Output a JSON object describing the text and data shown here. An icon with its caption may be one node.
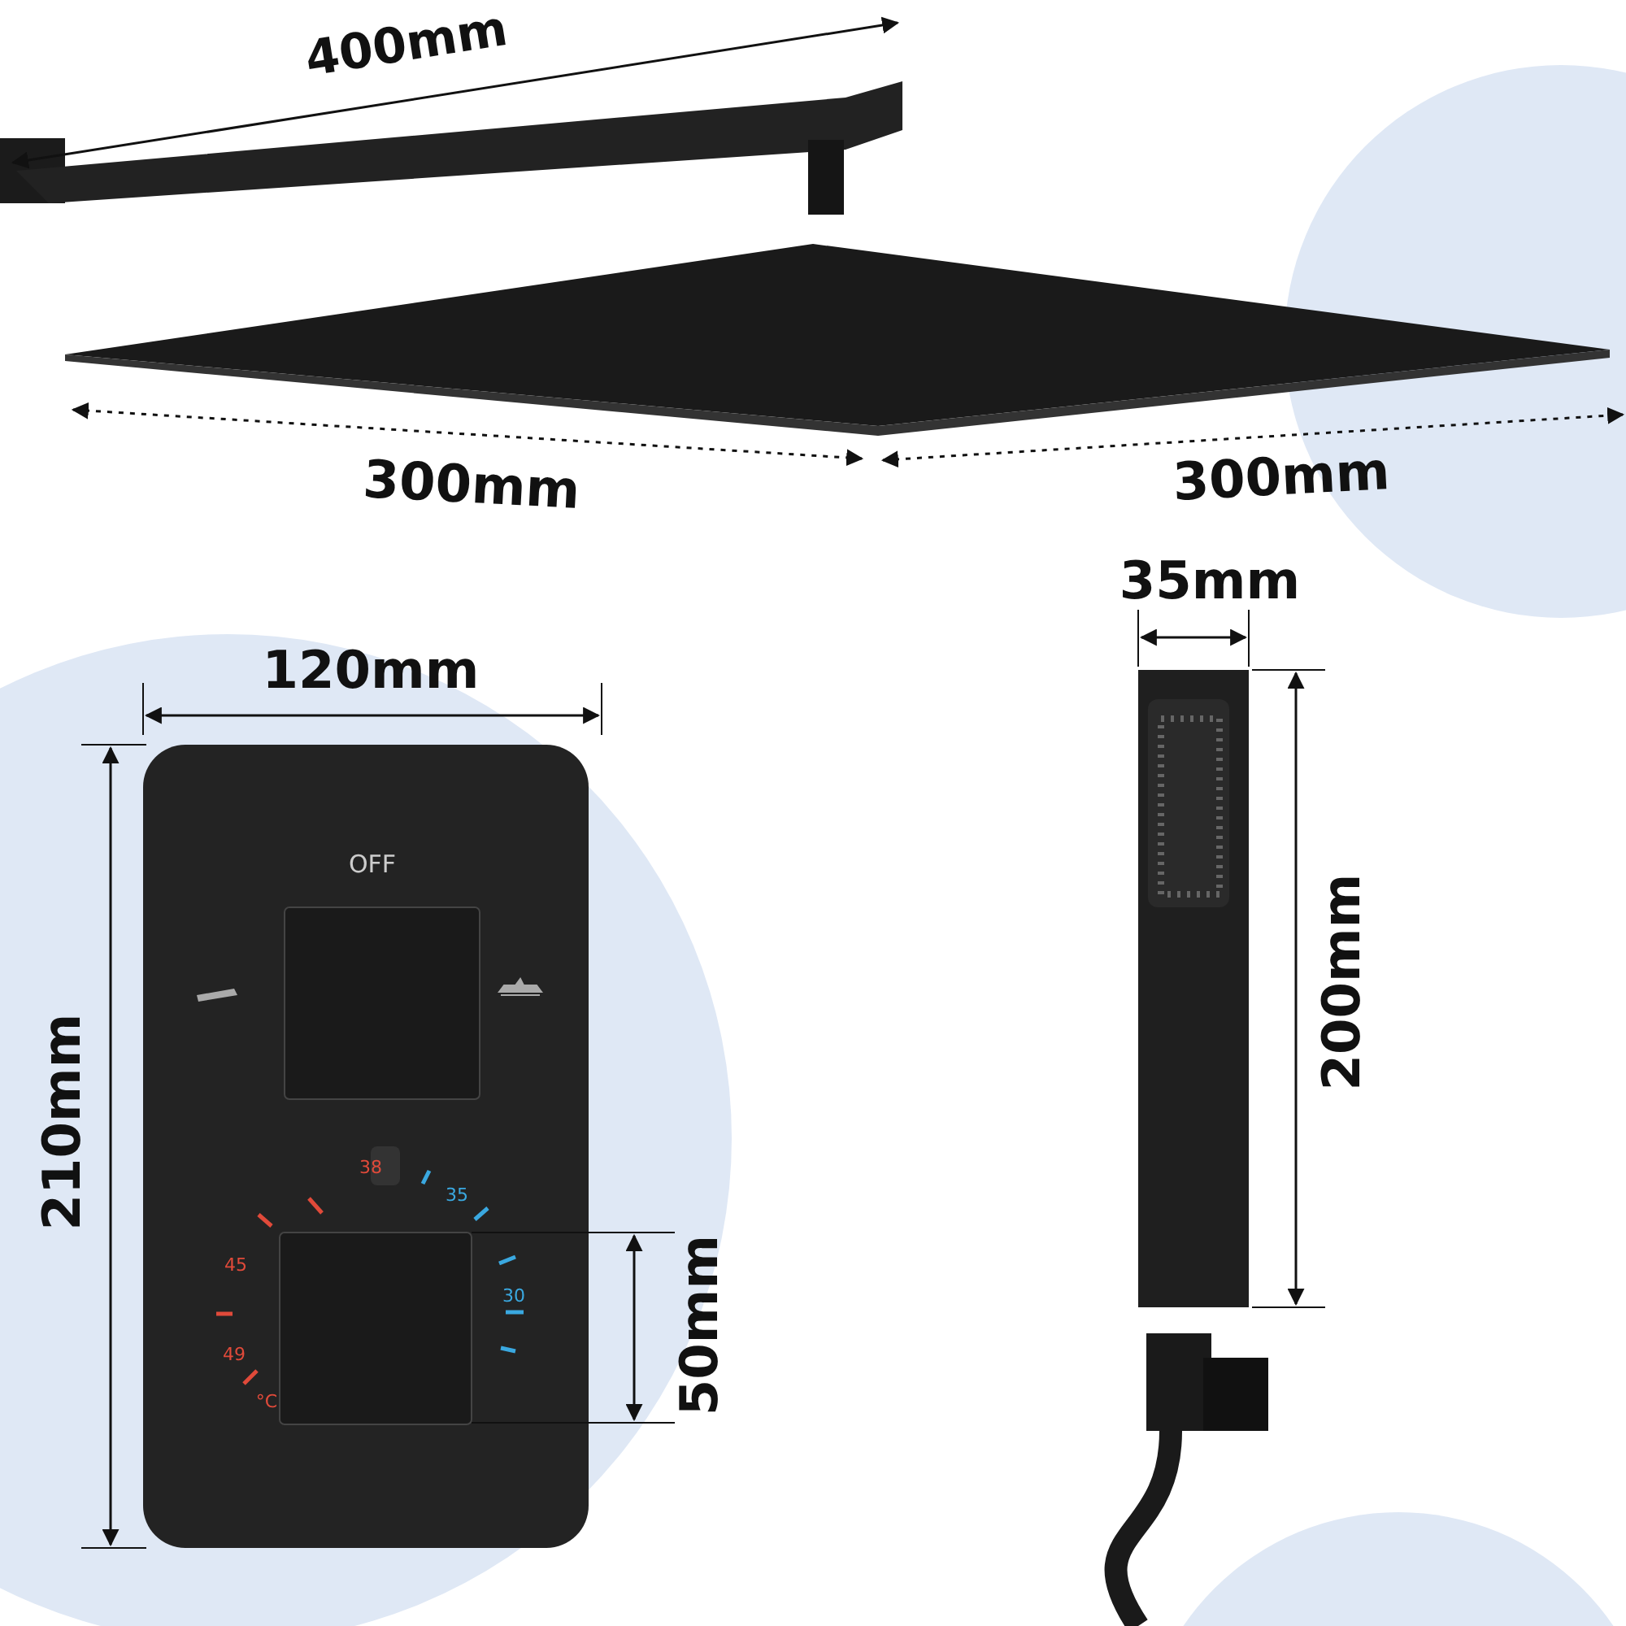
{
  "diagram": {
    "labels": [
      "400mm",
      "300mm",
      "300mm",
      "35mm",
      "120mm",
      "OFF",
      "200mm",
      "210mm",
      "38",
      "35",
      "45",
      "30",
      "50mm",
      "49",
      "°C"
    ]
  }
}
